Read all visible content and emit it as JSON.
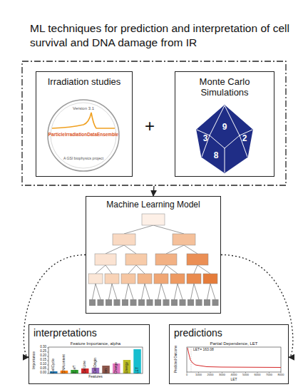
{
  "diagram": {
    "title": "ML techniques for prediction and interpretation of cell survival and DNA damage from IR",
    "nodes": [
      {
        "text": [
          "+"
        ]
      },
      {
        "text": [
          "Irradiation studies"
        ],
        "in": 0
      },
      {
        "text": [
          "Monte Carlo Simulations"
        ],
        "in": 0
      },
      {
        "text": [
          "Machine Learning Model"
        ]
      },
      {
        "text": [
          "interpretations"
        ]
      },
      {
        "text": [
          "predictions"
        ]
      }
    ],
    "edges": [
      {
        "from": 0,
        "to": 3,
        "arrow": "to"
      },
      {
        "from": 3,
        "to": 4,
        "arrow": "to"
      },
      {
        "from": 3,
        "to": 5,
        "arrow": "to"
      }
    ],
    "labels": [
      "Version 3.1",
      "ParticleIrradiationDataEnsemble",
      "A GSI biophysics project",
      "9",
      "3",
      "8",
      "2",
      "Feature Importance, alpha",
      "Importance",
      "Features",
      "0.00",
      "0.05",
      "0.10",
      "0.15",
      "0.20",
      "0.25",
      "0.30",
      "CellCycle",
      "DNAcontent",
      "Z_eff",
      "CellLine",
      "CellOrigin",
      "Ion",
      "Charge",
      "Energy",
      "LET",
      "Partial Dependence, LET",
      "LET= 163.08",
      "Predicted Outcome",
      "LET",
      "0",
      "1000",
      "2000",
      "3000",
      "4000",
      "5000",
      "6000",
      "7000",
      "8000"
    ]
  }
}
